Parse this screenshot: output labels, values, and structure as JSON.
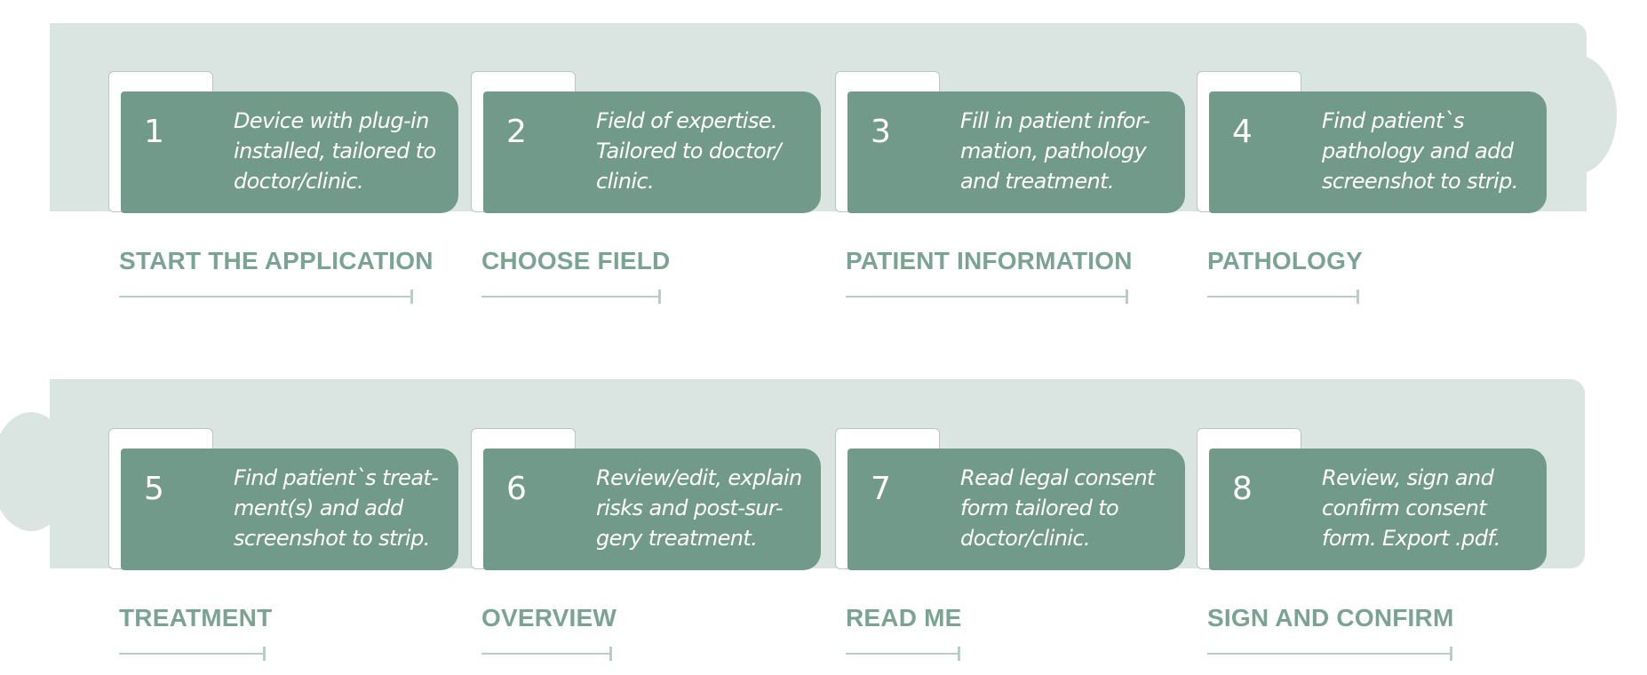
{
  "steps": [
    {
      "number": "1",
      "description": "Device with plug-in\ninstalled, tailored to\ndoctor/clinic.",
      "label": "START THE APPLICATION"
    },
    {
      "number": "2",
      "description": "Field of expertise.\nTailored to doctor/\nclinic.",
      "label": "CHOOSE FIELD"
    },
    {
      "number": "3",
      "description": "Fill in patient infor-\nmation, pathology\nand treatment.",
      "label": "PATIENT INFORMATION"
    },
    {
      "number": "4",
      "description": "Find patient`s\npathology and add\nscreenshot to strip.",
      "label": "PATHOLOGY"
    },
    {
      "number": "5",
      "description": "Find patient`s treat-\nment(s) and add\nscreenshot to strip.",
      "label": "TREATMENT"
    },
    {
      "number": "6",
      "description": "Review/edit, explain\nrisks and post-sur-\ngery treatment.",
      "label": "OVERVIEW"
    },
    {
      "number": "7",
      "description": "Read legal consent\nform tailored to\ndoctor/clinic.",
      "label": "READ ME"
    },
    {
      "number": "8",
      "description": "Review, sign and\nconfirm consent\nform. Export .pdf.",
      "label": "SIGN AND CONFIRM"
    }
  ],
  "colors": {
    "band": "#dae4e1",
    "card": "#719a8a",
    "label": "#7aa393",
    "rule": "#b9ccc5"
  }
}
